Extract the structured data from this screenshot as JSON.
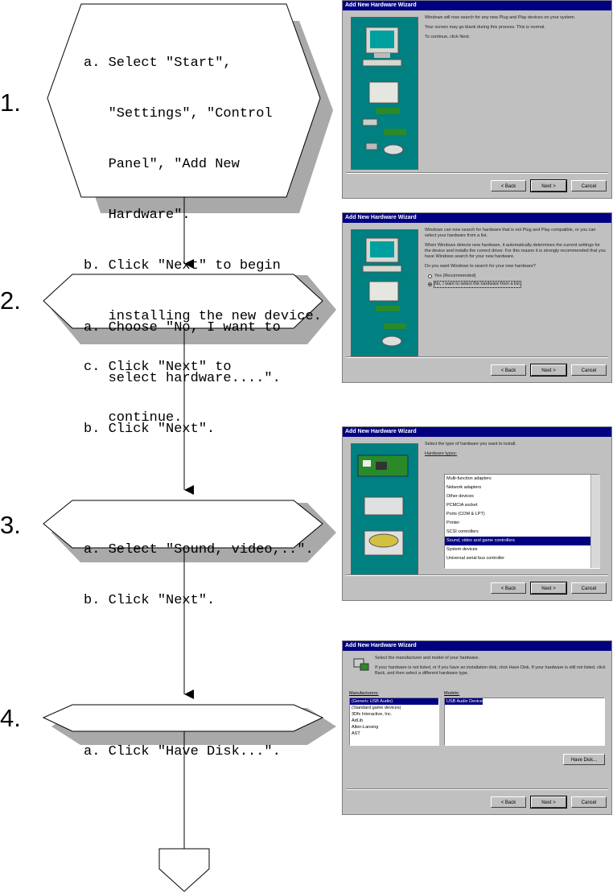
{
  "steps": [
    {
      "number": "1.",
      "lines": [
        "a. Select \"Start\",",
        "   \"Settings\", \"Control",
        "   Panel\", \"Add New",
        "   Hardware\".",
        "b. Click \"Next\" to begin",
        "   installing the new device.",
        "c. Click \"Next\" to",
        "   continue."
      ]
    },
    {
      "number": "2.",
      "lines": [
        "a. Choose \"No, I want to",
        "   select hardware....\".",
        "b. Click \"Next\"."
      ]
    },
    {
      "number": "3.",
      "lines": [
        "a. Select \"Sound, video,..\".",
        "b. Click \"Next\"."
      ]
    },
    {
      "number": "4.",
      "lines": [
        "a. Click \"Have Disk...\"."
      ]
    }
  ],
  "dialogs": [
    {
      "title": "Add New Hardware Wizard",
      "body": [
        "Windows will now search for any new Plug and Play devices on your system.",
        "Your screen may go blank during this process. This is normal.",
        "To continue, click Next."
      ],
      "buttons": [
        "< Back",
        "Next >",
        "Cancel"
      ]
    },
    {
      "title": "Add New Hardware Wizard",
      "body": [
        "Windows can now search for hardware that is not Plug and Play compatible, or you can select your hardware from a list.",
        "When Windows detects new hardware, it automatically determines the current settings for the device and installs the correct driver. For this reason it is strongly recommended that you have Windows search for your new hardware.",
        "Do you want Windows to search for your new hardware?"
      ],
      "options": [
        {
          "label": "Yes (Recommended)",
          "selected": false
        },
        {
          "label": "No, I want to select the hardware from a list.",
          "selected": true
        }
      ],
      "buttons": [
        "< Back",
        "Next >",
        "Cancel"
      ]
    },
    {
      "title": "Add New Hardware Wizard",
      "body": [
        "Select the type of hardware you want to install."
      ],
      "list_label": "Hardware types:",
      "items": [
        "Multi-function adapters",
        "Network adapters",
        "Other devices",
        "PCMCIA socket",
        "Ports (COM & LPT)",
        "Printer",
        "SCSI controllers",
        "Sound, video and game controllers",
        "System devices",
        "Universal serial bus controller"
      ],
      "selected_item": "Sound, video and game controllers",
      "buttons": [
        "< Back",
        "Next >",
        "Cancel"
      ]
    },
    {
      "title": "Add New Hardware Wizard",
      "body": [
        "Select the manufacturer and model of your hardware.",
        "If your hardware is not listed, or if you have an installation disk, click Have Disk. If your hardware is still not listed, click Back, and then select a different hardware type."
      ],
      "manufacturers_label": "Manufacturers:",
      "manufacturers": [
        "(Generic USB Audio)",
        "(Standard game devices)",
        "3Dfx Interactive, Inc.",
        "AdLib",
        "Allen-Lansing",
        "AST"
      ],
      "selected_manufacturer": "(Generic USB Audio)",
      "models_label": "Models:",
      "models": [
        "USB Audio Device"
      ],
      "have_disk": "Have Disk...",
      "buttons": [
        "< Back",
        "Next >",
        "Cancel"
      ]
    }
  ]
}
